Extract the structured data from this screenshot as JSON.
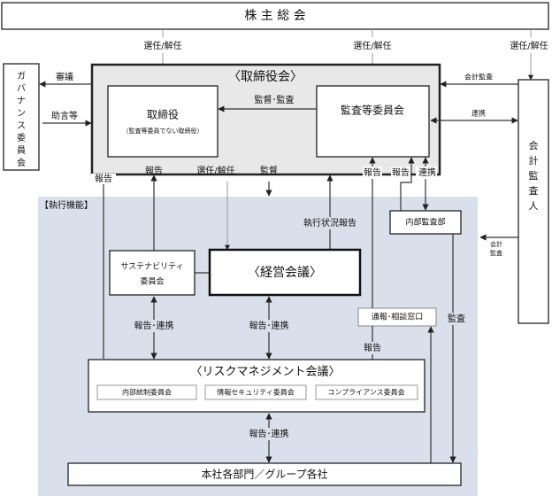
{
  "shareholders_meeting": "株 主 総 会",
  "board": {
    "title": "〈取締役会〉",
    "directors": {
      "title": "取締役",
      "subtitle": "（監査等委員でない取締役）"
    },
    "audit_committee": "監査等委員会",
    "supervise_audit": "監督･監査"
  },
  "governance_committee": [
    "ガ",
    "バ",
    "ナ",
    "ン",
    "ス",
    "委",
    "員",
    "会"
  ],
  "auditor": [
    "会",
    "計",
    "監",
    "査",
    "人"
  ],
  "labels": {
    "elect_dismiss": "選任/解任",
    "deliberation": "審議",
    "advice": "助言等",
    "accounting_audit": "会計監査",
    "accounting_audit_l1": "会計",
    "accounting_audit_l2": "監査",
    "cooperation": "連携",
    "report": "報告",
    "supervision": "監督",
    "execution_report": "執行状況報告",
    "report_cooperation": "報告･連携",
    "audit": "監査"
  },
  "execution": {
    "title": "【執行機能】",
    "internal_audit": "内部監査部",
    "sustainability_l1": "サステナビリティ",
    "sustainability_l2": "委員会",
    "management_meeting": "〈経営会議〉",
    "whistleblowing": "通報･相談窓口",
    "risk_meeting": {
      "title": "〈リスクマネジメント会議〉",
      "committees": [
        "内部統制委員会",
        "情報セキュリティ委員会",
        "コンプライアンス委員会"
      ]
    },
    "departments": "本社各部門／グループ各社"
  },
  "colors": {
    "board_fill": "#e8e8e8",
    "execution_fill": "#d9dfeb"
  }
}
